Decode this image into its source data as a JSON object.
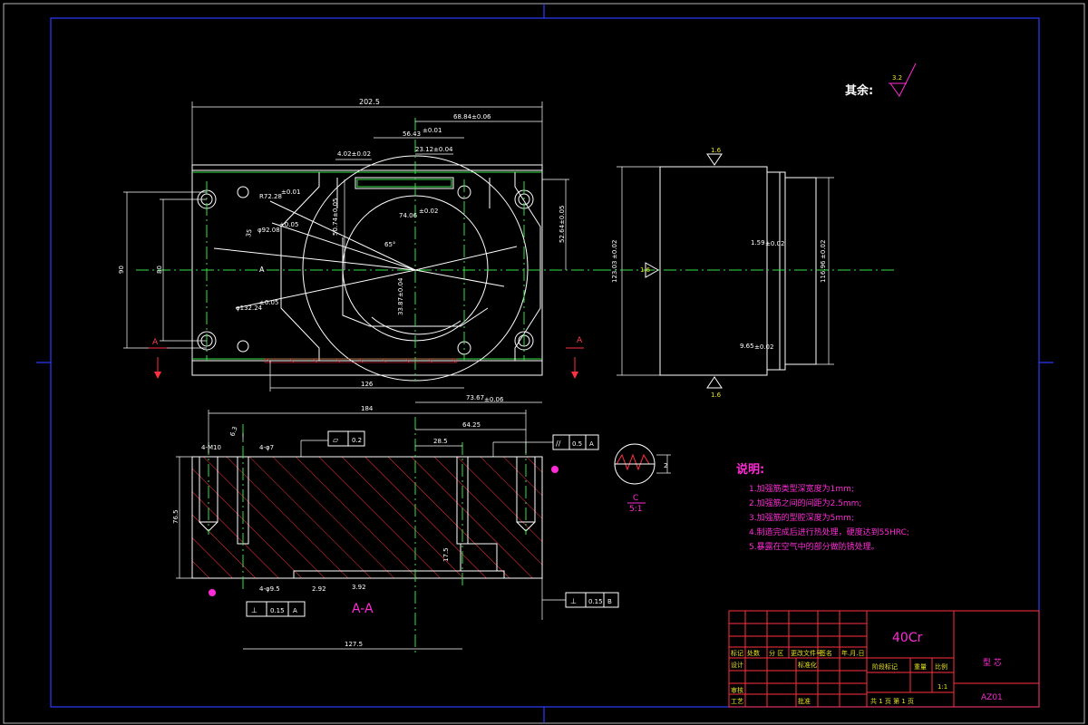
{
  "drawing": {
    "surface_note": {
      "label": "其余:",
      "roughness": "3.2"
    },
    "top_view": {
      "dims": {
        "overall_width": "202.5",
        "d1": "68.84±0.06",
        "d2": "56.43",
        "d2_tol": "±0.01",
        "d3": "23.12±0.04",
        "d4": "4.02±0.02",
        "d5": "74.06",
        "d5_tol": "±0.02",
        "radius": "R72.28",
        "radius_tol": "±0.01",
        "dia1": "φ92.08",
        "dia1_tol": "±0.05",
        "dia2": "φ132.24",
        "dia2_tol": "±0.05",
        "v50": "50.74±0.05",
        "v52": "52.64±0.05",
        "v33": "33.87±0.04",
        "angle": "65°",
        "v35": "35",
        "h90": "90",
        "h80": "80",
        "bottom": "126",
        "bottom_right": "73.67",
        "bottom_right_tol": "±0.06"
      },
      "section_mark": "A"
    },
    "side_view": {
      "roughness": "1.6",
      "h1": "123.03",
      "h1_tol": "±0.02",
      "h2": "116.96",
      "h2_tol": "±0.02",
      "d1": "1.59",
      "d1_tol": "±0.02",
      "d2": "9.65",
      "d2_tol": "±0.02"
    },
    "section_view": {
      "title": "A-A",
      "dims": {
        "top": "184",
        "d64": "64.25",
        "d28": "28.5",
        "d4": "4-M10",
        "d4b": "4-φ7",
        "d6": "6.3",
        "height": "76.5",
        "d17": "17.5",
        "bottom": "127.5",
        "d292": "2.92",
        "d392": "3.92",
        "holes": "4-φ9.5"
      },
      "flatness": {
        "symbol": "▱",
        "value": "0.2"
      },
      "parallel": {
        "symbol": "//",
        "value": "0.5",
        "datum": "A"
      },
      "perp1": {
        "symbol": "⊥",
        "value": "0.15",
        "datum": "A"
      },
      "perp2": {
        "symbol": "⊥",
        "value": "0.15",
        "datum": "B"
      }
    },
    "detail": {
      "label": "C",
      "scale": "5:1",
      "dim": "2"
    },
    "notes": {
      "title": "说明:",
      "items": [
        "1.加强筋类型深宽度为1mm;",
        "2.加强筋之间的间距为2.5mm;",
        "3.加强筋的型腔深度为5mm;",
        "4.制造完成后进行热处理，硬度达到55HRC;",
        "5.暴露在空气中的部分做防锈处理。"
      ]
    },
    "title_block": {
      "material": "40Cr",
      "part_name": "型 芯",
      "code": "AZ01",
      "scale": "1:1",
      "sheet": "共 1 页  第 1 页",
      "header_labels": [
        "标记",
        "处数",
        "分 区",
        "更改文件号",
        "签名",
        "年.月.日"
      ],
      "row_labels": [
        "设计",
        "审核",
        "工艺"
      ],
      "standard_label": "标准化",
      "approve_label": "批准",
      "stage_label": "阶段标记",
      "weight_label": "重量",
      "scale_label": "比例"
    },
    "colors": {
      "background": "#000000",
      "lines": "#ffffff",
      "center": "#38e048",
      "dims": "#ff2bd6",
      "frame": "#2a3cff",
      "hatch": "#ff3040"
    }
  }
}
